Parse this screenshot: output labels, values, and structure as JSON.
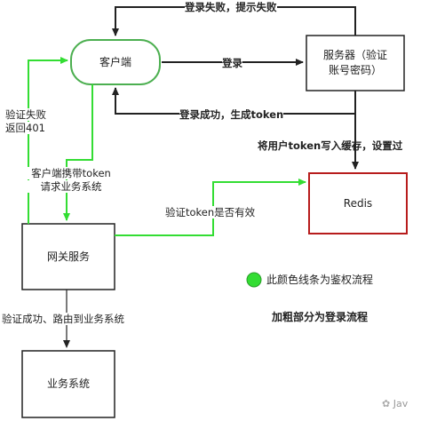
{
  "nodes": {
    "client": "客户端",
    "server_line1": "服务器（验证",
    "server_line2": "账号密码）",
    "redis": "Redis",
    "gateway": "网关服务",
    "business": "业务系统"
  },
  "edges": {
    "login_fail": "登录失败，提示失败",
    "login": "登录",
    "login_success": "登录成功，生成token",
    "write_cache": "将用户token写入缓存，设置过",
    "verify_fail_line1": "验证失败",
    "verify_fail_line2": "返回401",
    "carry_token_line1": "客户端携带token",
    "carry_token_line2": "请求业务系统",
    "verify_token": "验证token是否有效",
    "route_success": "验证成功、路由到业务系统"
  },
  "legend": {
    "green_line": "此颜色线条为鉴权流程",
    "bold_part": "加粗部分为登录流程"
  },
  "watermark": "Jav",
  "colors": {
    "auth_green": "#33dd33",
    "node_green": "#4caf50",
    "redis_red": "#b71c1c",
    "line_dark": "#222222"
  }
}
